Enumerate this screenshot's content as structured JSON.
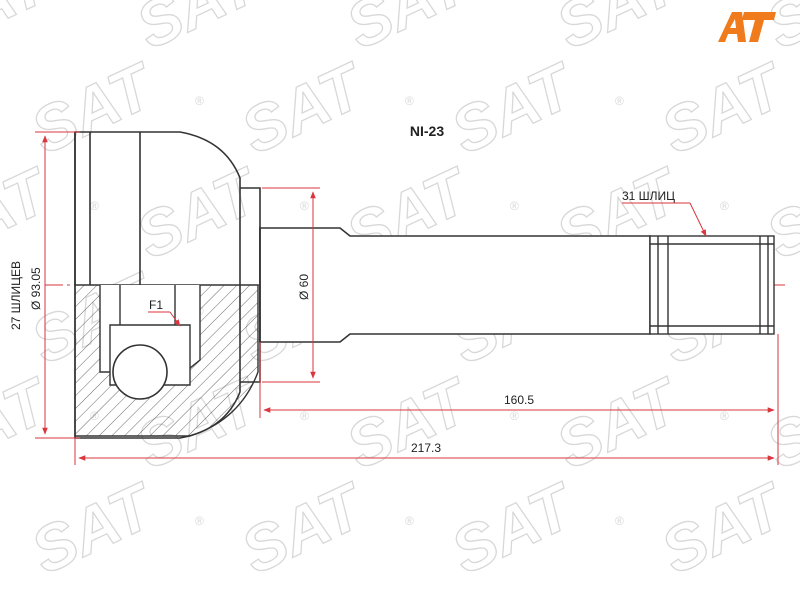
{
  "part_number": "NI-23",
  "watermark": {
    "text": "SAT",
    "mark": "®"
  },
  "logo": {
    "text": "AT",
    "color": "#f07b1c"
  },
  "dimensions": {
    "outer_diameter": "Ø 93.05",
    "inner_splines": "27 ШЛИЦЕВ",
    "shaft_diameter": "Ø 60",
    "flange_label": "F1",
    "shaft_length": "160.5",
    "overall_length": "217.3",
    "shaft_splines": "31 ШЛИЦ"
  },
  "colors": {
    "line": "#333333",
    "dimension": "#d9363e",
    "watermark": "#d8d8d8"
  }
}
